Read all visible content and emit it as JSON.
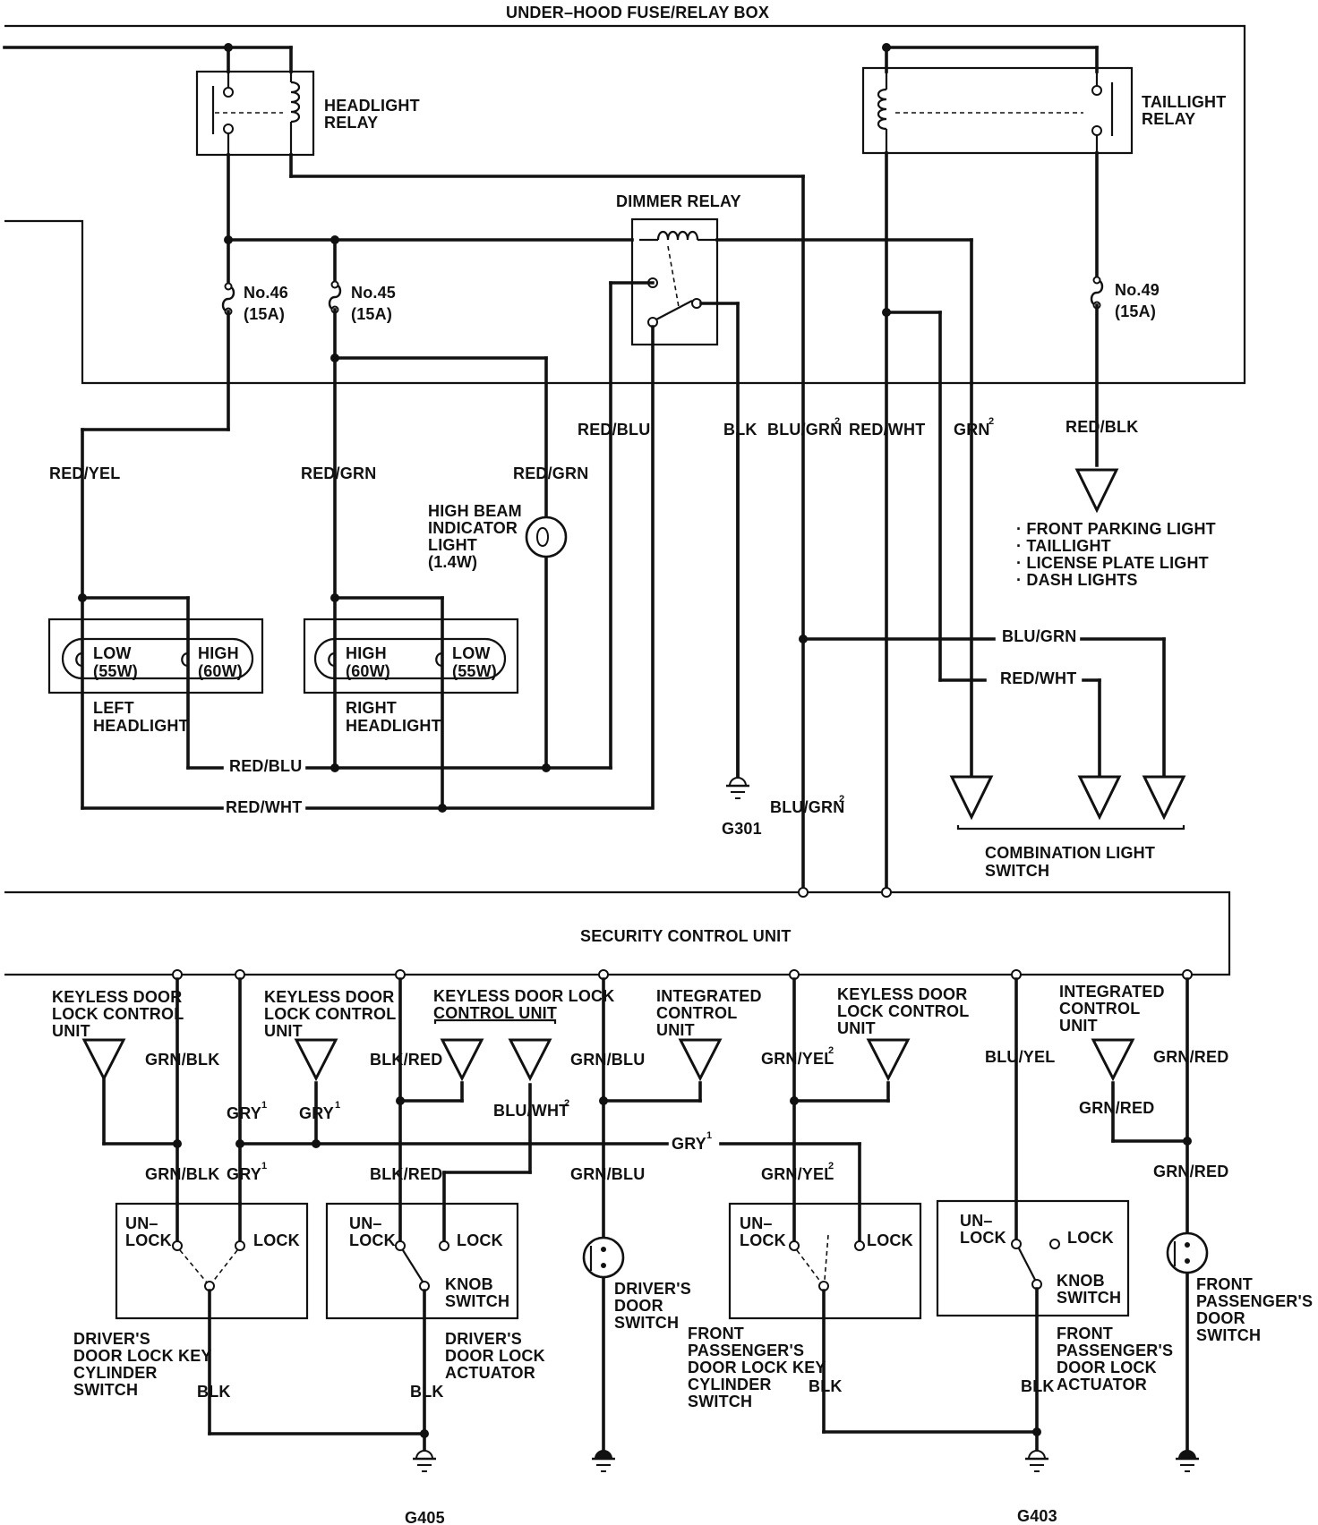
{
  "boxes": {
    "fuse_relay_box": "UNDER–HOOD FUSE/RELAY BOX",
    "security_unit": "SECURITY CONTROL UNIT"
  },
  "relays": {
    "headlight": [
      "HEADLIGHT",
      "RELAY"
    ],
    "taillight": [
      "TAILLIGHT",
      "RELAY"
    ],
    "dimmer": "DIMMER RELAY"
  },
  "fuses": {
    "f46": [
      "No.46",
      "(15A)"
    ],
    "f45": [
      "No.45",
      "(15A)"
    ],
    "f49": [
      "No.49",
      "(15A)"
    ]
  },
  "headlights": {
    "left": {
      "label": [
        "LEFT",
        "HEADLIGHT"
      ],
      "low": [
        "LOW",
        "(55W)"
      ],
      "high": [
        "HIGH",
        "(60W)"
      ]
    },
    "right": {
      "label": [
        "RIGHT",
        "HEADLIGHT"
      ],
      "high": [
        "HIGH",
        "(60W)"
      ],
      "low": [
        "LOW",
        "(55W)"
      ]
    }
  },
  "high_beam_indicator": [
    "HIGH BEAM",
    "INDICATOR",
    "LIGHT",
    "(1.4W)"
  ],
  "parking_light_list": [
    "· FRONT PARKING LIGHT",
    "· TAILLIGHT",
    "· LICENSE PLATE LIGHT",
    "· DASH LIGHTS"
  ],
  "combination_switch": [
    "COMBINATION LIGHT",
    "SWITCH"
  ],
  "grounds": {
    "g301": "G301",
    "g405": "G405",
    "g403": "G403"
  },
  "wires": {
    "red_yel": "RED/YEL",
    "red_grn_1": "RED/GRN",
    "red_grn_2": "RED/GRN",
    "red_blu_1": "RED/BLU",
    "red_blu_2": "RED/BLU",
    "red_wht_1": "RED/WHT",
    "red_wht_2": "RED/WHT",
    "red_wht_3": "RED/WHT",
    "blk_1": "BLK",
    "blu_grn_1": "BLU/GRN",
    "blu_grn_2": "BLU/GRN",
    "blu_grn_3": "BLU/GRN",
    "grn": "GRN",
    "red_blk": "RED/BLK",
    "sup2": "2",
    "sup1": "1",
    "grn_blk_1": "GRN/BLK",
    "grn_blk_2": "GRN/BLK",
    "gry_1": "GRY",
    "gry_2": "GRY",
    "gry_3": "GRY",
    "gry_4": "GRY",
    "blk_red_1": "BLK/RED",
    "blk_red_2": "BLK/RED",
    "blu_wht": "BLU/WHT",
    "grn_blu_1": "GRN/BLU",
    "grn_blu_2": "GRN/BLU",
    "grn_yel_1": "GRN/YEL",
    "grn_yel_2": "GRN/YEL",
    "blu_yel": "BLU/YEL",
    "grn_red_1": "GRN/RED",
    "grn_red_2": "GRN/RED",
    "grn_red_3": "GRN/RED",
    "blk_2": "BLK",
    "blk_3": "BLK",
    "blk_4": "BLK",
    "blk_5": "BLK"
  },
  "units": {
    "keyless_1": [
      "KEYLESS DOOR",
      "LOCK CONTROL",
      "UNIT"
    ],
    "keyless_2": [
      "KEYLESS DOOR",
      "LOCK CONTROL",
      "UNIT"
    ],
    "keyless_3": [
      "KEYLESS DOOR LOCK",
      "CONTROL UNIT"
    ],
    "integrated_1": [
      "INTEGRATED",
      "CONTROL",
      "UNIT"
    ],
    "keyless_4": [
      "KEYLESS DOOR",
      "LOCK CONTROL",
      "UNIT"
    ],
    "integrated_2": [
      "INTEGRATED",
      "CONTROL",
      "UNIT"
    ]
  },
  "switches": {
    "unlock": [
      "UN–",
      "LOCK"
    ],
    "lock": "LOCK",
    "knob": [
      "KNOB",
      "SWITCH"
    ],
    "driver_key": [
      "DRIVER'S",
      "DOOR LOCK KEY",
      "CYLINDER",
      "SWITCH"
    ],
    "driver_actuator": [
      "DRIVER'S",
      "DOOR LOCK",
      "ACTUATOR"
    ],
    "driver_door": [
      "DRIVER'S",
      "DOOR",
      "SWITCH"
    ],
    "pass_key": [
      "FRONT",
      "PASSENGER'S",
      "DOOR LOCK KEY",
      "CYLINDER",
      "SWITCH"
    ],
    "pass_actuator": [
      "FRONT",
      "PASSENGER'S",
      "DOOR LOCK",
      "ACTUATOR"
    ],
    "pass_door": [
      "FRONT",
      "PASSENGER'S",
      "DOOR",
      "SWITCH"
    ]
  }
}
